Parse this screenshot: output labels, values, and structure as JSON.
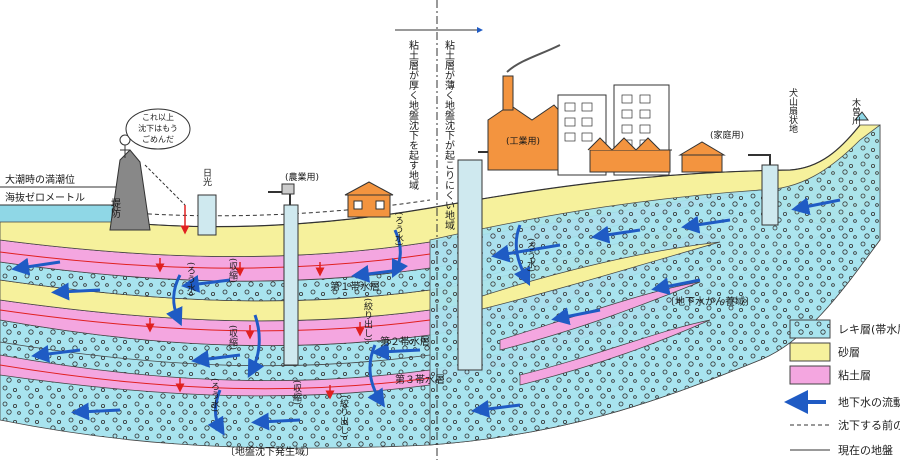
{
  "labels": {
    "high_tide": "大潮時の満潮位",
    "sea_level": "海抜ゼロメートル",
    "speech_bubble": [
      "これ以上",
      "沈下はもう",
      "ごめんだ"
    ],
    "levee": "堤防",
    "sluice": "日光",
    "agri_well": "(農業用)",
    "industrial": "(工業用)",
    "household": "(家庭用)",
    "fan": "犬山扇状地",
    "river": "木曽川",
    "thick_clay": "粘土層が厚く地盤沈下を起す地域",
    "thin_clay": "粘土層が薄く地盤沈下が起こりにくい地域",
    "aquifer1": "第１帯水層",
    "aquifer2": "第２帯水層",
    "aquifer3": "第３帯水層",
    "squeeze": "(絞り出し)",
    "shrink": "(収縮)",
    "seepage": "(ろう水)",
    "groundwater_region": "〔地下水かん養域〕",
    "subsidence_region": "〔地盤沈下発生域〕"
  },
  "legend": [
    {
      "label": "レキ層(帯水層)",
      "kind": "gravel"
    },
    {
      "label": "砂層",
      "kind": "sand"
    },
    {
      "label": "粘土層",
      "kind": "clay"
    },
    {
      "label": "地下水の流動",
      "kind": "arrow"
    },
    {
      "label": "沈下する前の地盤",
      "kind": "dashed"
    },
    {
      "label": "現在の地盤",
      "kind": "solid"
    }
  ],
  "colors": {
    "gravel": "#a8e4ef",
    "sand": "#f6f19c",
    "clay": "#f4a6e0",
    "sea": "#8fd7e6",
    "arrow": "#1f5bc4",
    "factory": "#f3943f",
    "red": "#e02020"
  }
}
